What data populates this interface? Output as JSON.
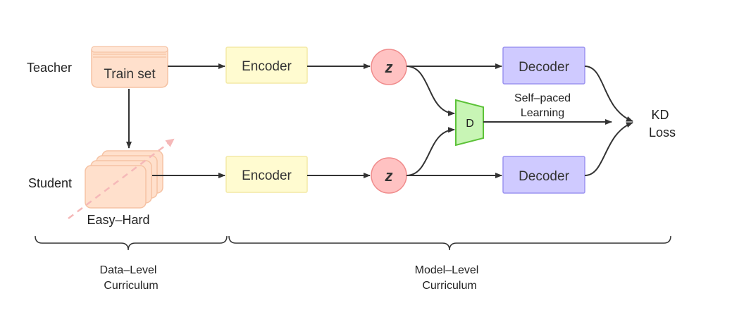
{
  "roles": {
    "teacher": "Teacher",
    "student": "Student"
  },
  "nodes": {
    "train_set": "Train set",
    "easy_hard": "Easy–Hard",
    "encoder_teacher": "Encoder",
    "encoder_student": "Encoder",
    "latent_teacher": "z",
    "latent_student": "z",
    "discriminator": "D",
    "decoder_teacher": "Decoder",
    "decoder_student": "Decoder",
    "self_paced_line1": "Self–paced",
    "self_paced_line2": "Learning",
    "kd_loss_line1": "KD",
    "kd_loss_line2": "Loss"
  },
  "braces": {
    "data_level_line1": "Data–Level",
    "data_level_line2": "Curriculum",
    "model_level_line1": "Model–Level",
    "model_level_line2": "Curriculum"
  },
  "colors": {
    "encoder_fill": "#fffbd0",
    "encoder_stroke": "#f3e9a6",
    "decoder_fill": "#cfcaff",
    "decoder_stroke": "#9c93f0",
    "latent_fill": "#ffc2c2",
    "latent_stroke": "#f08c8c",
    "disc_fill": "#c8f5b5",
    "disc_stroke": "#5cc238",
    "dataset_fill": "#ffe0cc",
    "dataset_stroke": "#f5c2a3",
    "curriculum_arrow": "#f5b8b8"
  }
}
